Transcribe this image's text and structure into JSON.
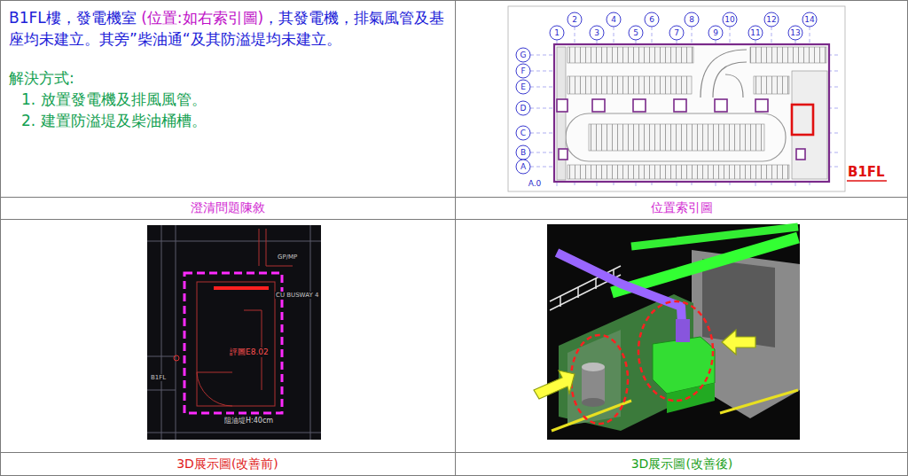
{
  "diagram": {
    "nodes": [
      {
        "text": [
          "B1FL樓，發電機室 ",
          "(位置:如右索引圖)",
          "，其發電機，排氣風管及基座均未建立。其旁”柴油通“及其防溢堤均未建立。",
          "解決方式:",
          "1. 放置發電機及排風風管。",
          "2. 建置防溢堤及柴油桶槽。"
        ]
      },
      {
        "text": [
          "澄清問題陳敘"
        ]
      },
      {
        "text": [
          "位置索引圖"
        ]
      },
      {
        "text": [
          "3D展示圖(改善前)"
        ]
      },
      {
        "text": [
          "3D展示圖(改善後)"
        ]
      }
    ],
    "labels": [
      "1",
      "2",
      "3",
      "4",
      "5",
      "6",
      "7",
      "8",
      "9",
      "10",
      "11",
      "12",
      "13",
      "14",
      "G",
      "F",
      "E",
      "D",
      "C",
      "B",
      "A",
      "A.0",
      "B1FL",
      "GP/MP",
      "CU BUSWAY 4",
      "評圖E8.02",
      "阻油堤H:40cm",
      "B1FL"
    ]
  }
}
